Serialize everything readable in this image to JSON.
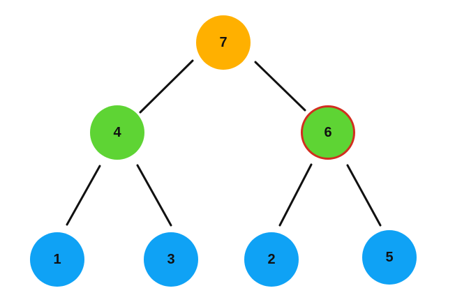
{
  "colors": {
    "root": "#FFB000",
    "internal": "#5ED434",
    "leaf": "#0FA2F5",
    "highlight_outline": "#D12E1F",
    "edge": "#111111",
    "text": "#111111"
  },
  "tree": {
    "nodes": [
      {
        "id": "n7",
        "label": "7",
        "role": "root",
        "highlighted": false
      },
      {
        "id": "n4",
        "label": "4",
        "role": "internal",
        "highlighted": false
      },
      {
        "id": "n6",
        "label": "6",
        "role": "internal",
        "highlighted": true
      },
      {
        "id": "n1",
        "label": "1",
        "role": "leaf",
        "highlighted": false
      },
      {
        "id": "n3",
        "label": "3",
        "role": "leaf",
        "highlighted": false
      },
      {
        "id": "n2",
        "label": "2",
        "role": "leaf",
        "highlighted": false
      },
      {
        "id": "n5",
        "label": "5",
        "role": "leaf",
        "highlighted": false
      }
    ],
    "edges": [
      {
        "from": "n7",
        "to": "n4"
      },
      {
        "from": "n7",
        "to": "n6"
      },
      {
        "from": "n4",
        "to": "n1"
      },
      {
        "from": "n4",
        "to": "n3"
      },
      {
        "from": "n6",
        "to": "n2"
      },
      {
        "from": "n6",
        "to": "n5"
      }
    ]
  }
}
